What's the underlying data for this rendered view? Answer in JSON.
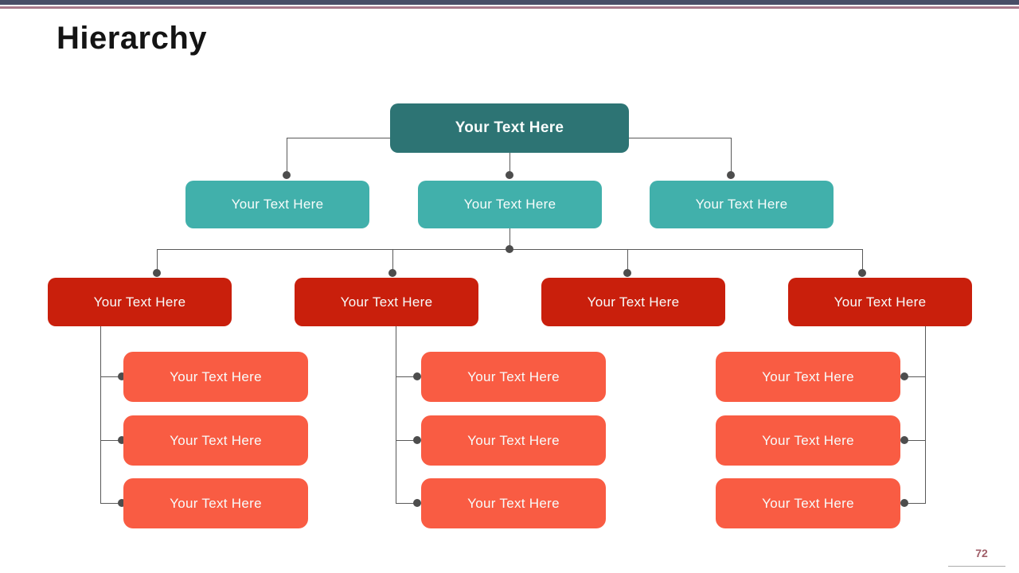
{
  "slide": {
    "title": "Hierarchy",
    "page_number": "72"
  },
  "colors": {
    "top_bar": "#474d66",
    "top_bar_accent": "#a8798a",
    "level1_fill": "#2d7474",
    "level2_fill": "#41b0ab",
    "level3_fill": "#c91f0c",
    "level4_fill": "#f95c43",
    "connector_line": "#595959",
    "connector_dot": "#4d4d4d",
    "page_number": "#a05e68"
  },
  "tree": {
    "root": {
      "label": "Your Text Here"
    },
    "level2": [
      {
        "label": "Your Text Here"
      },
      {
        "label": "Your Text Here"
      },
      {
        "label": "Your Text Here"
      }
    ],
    "level3": [
      {
        "label": "Your Text Here"
      },
      {
        "label": "Your Text Here"
      },
      {
        "label": "Your Text Here"
      },
      {
        "label": "Your Text Here"
      }
    ],
    "level4": {
      "left": [
        {
          "label": "Your Text Here"
        },
        {
          "label": "Your Text Here"
        },
        {
          "label": "Your Text Here"
        }
      ],
      "middle": [
        {
          "label": "Your Text Here"
        },
        {
          "label": "Your Text Here"
        },
        {
          "label": "Your Text Here"
        }
      ],
      "right": [
        {
          "label": "Your Text Here"
        },
        {
          "label": "Your Text Here"
        },
        {
          "label": "Your Text Here"
        }
      ]
    }
  }
}
